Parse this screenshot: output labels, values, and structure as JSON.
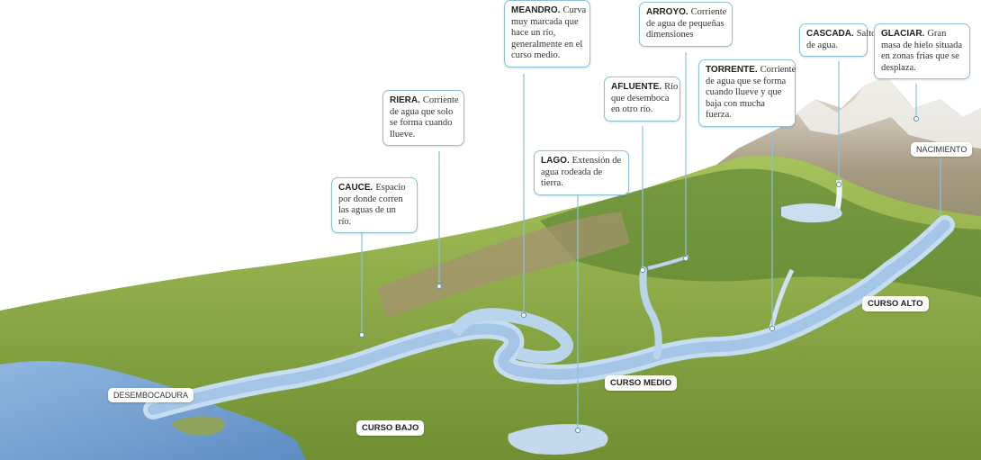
{
  "callouts": [
    {
      "key": "cauce",
      "term": "CAUCE.",
      "text": "Espacio por donde corren las aguas de un río."
    },
    {
      "key": "riera",
      "term": "RIERA.",
      "text": "Corriente de agua que solo se forma cuando llueve."
    },
    {
      "key": "meandro",
      "term": "MEANDRO.",
      "text": "Curva muy marcada que hace un río, generalmente en el curso medio."
    },
    {
      "key": "lago",
      "term": "LAGO.",
      "text": "Extensión de agua rodeada de tierra."
    },
    {
      "key": "afluente",
      "term": "AFLUENTE.",
      "text": "Río que desemboca en otro río."
    },
    {
      "key": "arroyo",
      "term": "ARROYO.",
      "text": "Corriente de agua de pequeñas dimensiones"
    },
    {
      "key": "torrente",
      "term": "TORRENTE.",
      "text": "Corriente de agua que se forma cuando llueve y que baja con mucha fuerza."
    },
    {
      "key": "cascada",
      "term": "CASCADA.",
      "text": "Salto de agua."
    },
    {
      "key": "glaciar",
      "term": "GLACIAR.",
      "text": "Gran masa de hielo situada en zonas frías que se desplaza."
    }
  ],
  "labels": {
    "desembocadura": "DESEMBOCADURA",
    "nacimiento": "NACIMIENTO",
    "curso_bajo": "CURSO BAJO",
    "curso_medio": "CURSO MEDIO",
    "curso_alto": "CURSO ALTO"
  },
  "colors": {
    "callout_border": "#8cc1dc",
    "water": "#b9d5ec",
    "sea": "#7fa9d6",
    "grass": "#8fb04a",
    "mountain": "#9a8c75"
  }
}
